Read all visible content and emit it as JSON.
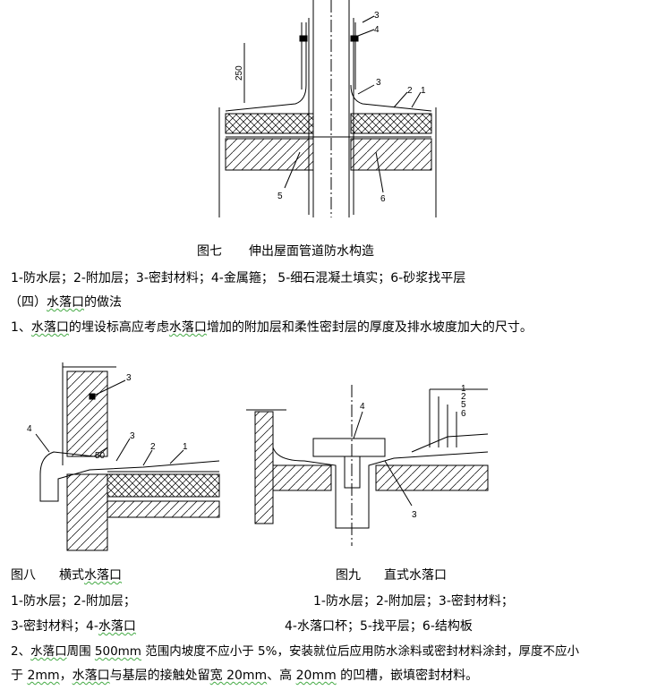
{
  "fig7": {
    "caption_no": "图七",
    "caption": "伸出屋面管道防水构造",
    "legend": "1-防水层；2-附加层；3-密封材料；4-金属箍；  5-细石混凝土填实；6-砂浆找平层",
    "labels": [
      "3",
      "4",
      "250",
      "3",
      "2",
      "1",
      "5",
      "6"
    ]
  },
  "section": {
    "heading_pre": "（四）",
    "heading_u": "水落口",
    "heading_post": "的做法",
    "p1": [
      "1、",
      "水落口",
      "的埋设标高应考虑",
      "水落口",
      "增加的附加层和柔性密封层的厚度及排水坡度加大的尺寸。"
    ]
  },
  "fig8": {
    "caption_no": "图八",
    "caption_pre": "横式",
    "caption_u": "水落口",
    "legend1": "1-防水层；2-附加层；",
    "legend2_pre": "3-密封材料；4-",
    "legend2_u": "水落口",
    "labels": [
      "3",
      "4",
      "3",
      "2",
      "1",
      "50"
    ]
  },
  "fig9": {
    "caption_no": "图九",
    "caption": "直式水落口",
    "legend1": "1-防水层；2-附加层；3-密封材料；",
    "legend2": "4-水落口杯；5-找平层；6-结构板",
    "labels": [
      "1",
      "2",
      "5",
      "6",
      "4",
      "3"
    ]
  },
  "p2": {
    "a": "2、",
    "b": "水落口",
    "c": "周围 ",
    "d": "500mm",
    "e": " 范围内坡度不应小于 5%，安装就位后应用防水涂料或密封材料涂封，厚度不应小",
    "f": "于 ",
    "g": "2mm",
    "h": "，",
    "i": "水落口",
    "j": "与基层的接触处留",
    "k": "宽 20mm",
    "l": "、高 ",
    "m": "20mm",
    "n": " 的凹槽，嵌填密封材料。"
  }
}
